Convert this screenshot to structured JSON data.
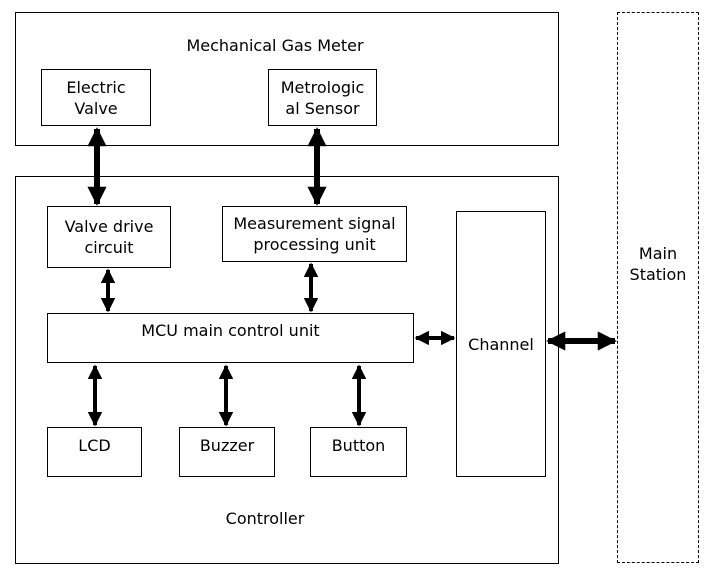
{
  "containers": {
    "meter_title": "Mechanical Gas Meter",
    "controller_title": "Controller",
    "station_line1": "Main",
    "station_line2": "Station"
  },
  "nodes": {
    "electric_valve": [
      "Electric",
      "Valve"
    ],
    "metrological_sensor": [
      "Metrologic",
      "al Sensor"
    ],
    "valve_drive": [
      "Valve drive",
      "circuit"
    ],
    "measurement_unit": [
      "Measurement signal",
      "processing unit"
    ],
    "mcu": "MCU main control unit",
    "channel": "Channel",
    "lcd": "LCD",
    "buzzer": "Buzzer",
    "button": "Button"
  },
  "colors": {
    "stroke": "#000000",
    "background": "#ffffff"
  }
}
